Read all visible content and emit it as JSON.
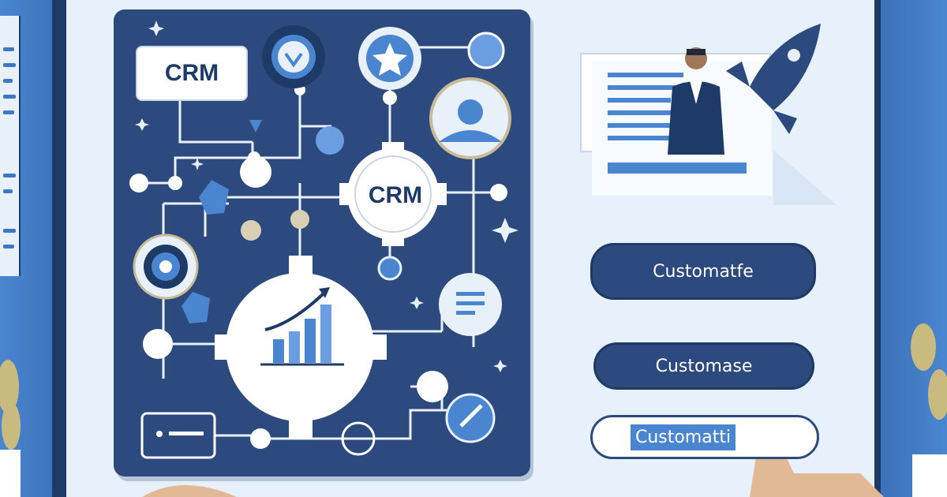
{
  "diagram": {
    "crm_label": "CRM",
    "gear_label": "CRM"
  },
  "buttons": {
    "customize_1": "Customatfe",
    "customize_2": "Customase",
    "customize_3": "Customatti"
  },
  "icons": [
    "heart-icon",
    "star-icon",
    "badge-icon",
    "growth-chart-icon",
    "target-icon",
    "document-icon",
    "rocket-icon",
    "person-icon",
    "pointing-hand-icon",
    "plant-icon"
  ],
  "colors": {
    "panel": "#2c4a7d",
    "accent": "#4a86d0",
    "screen": "#e6f1fb",
    "node": "#ffffff"
  }
}
